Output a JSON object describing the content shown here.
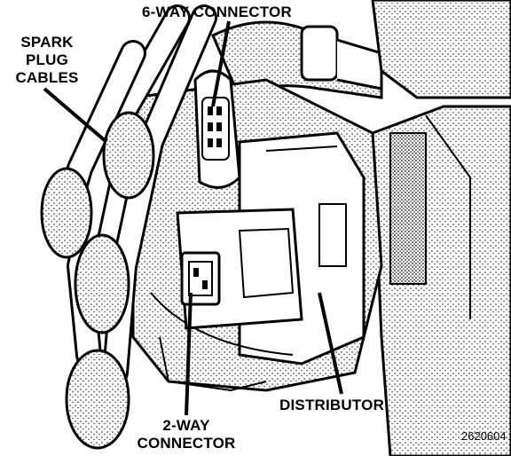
{
  "labels": {
    "spark_plug_cables": [
      "SPARK",
      "PLUG",
      "CABLES"
    ],
    "six_way_connector": "6-WAY CONNECTOR",
    "two_way_connector": [
      "2-WAY",
      "CONNECTOR"
    ],
    "distributor": "DISTRIBUTOR"
  },
  "figure_ref": "2620604"
}
